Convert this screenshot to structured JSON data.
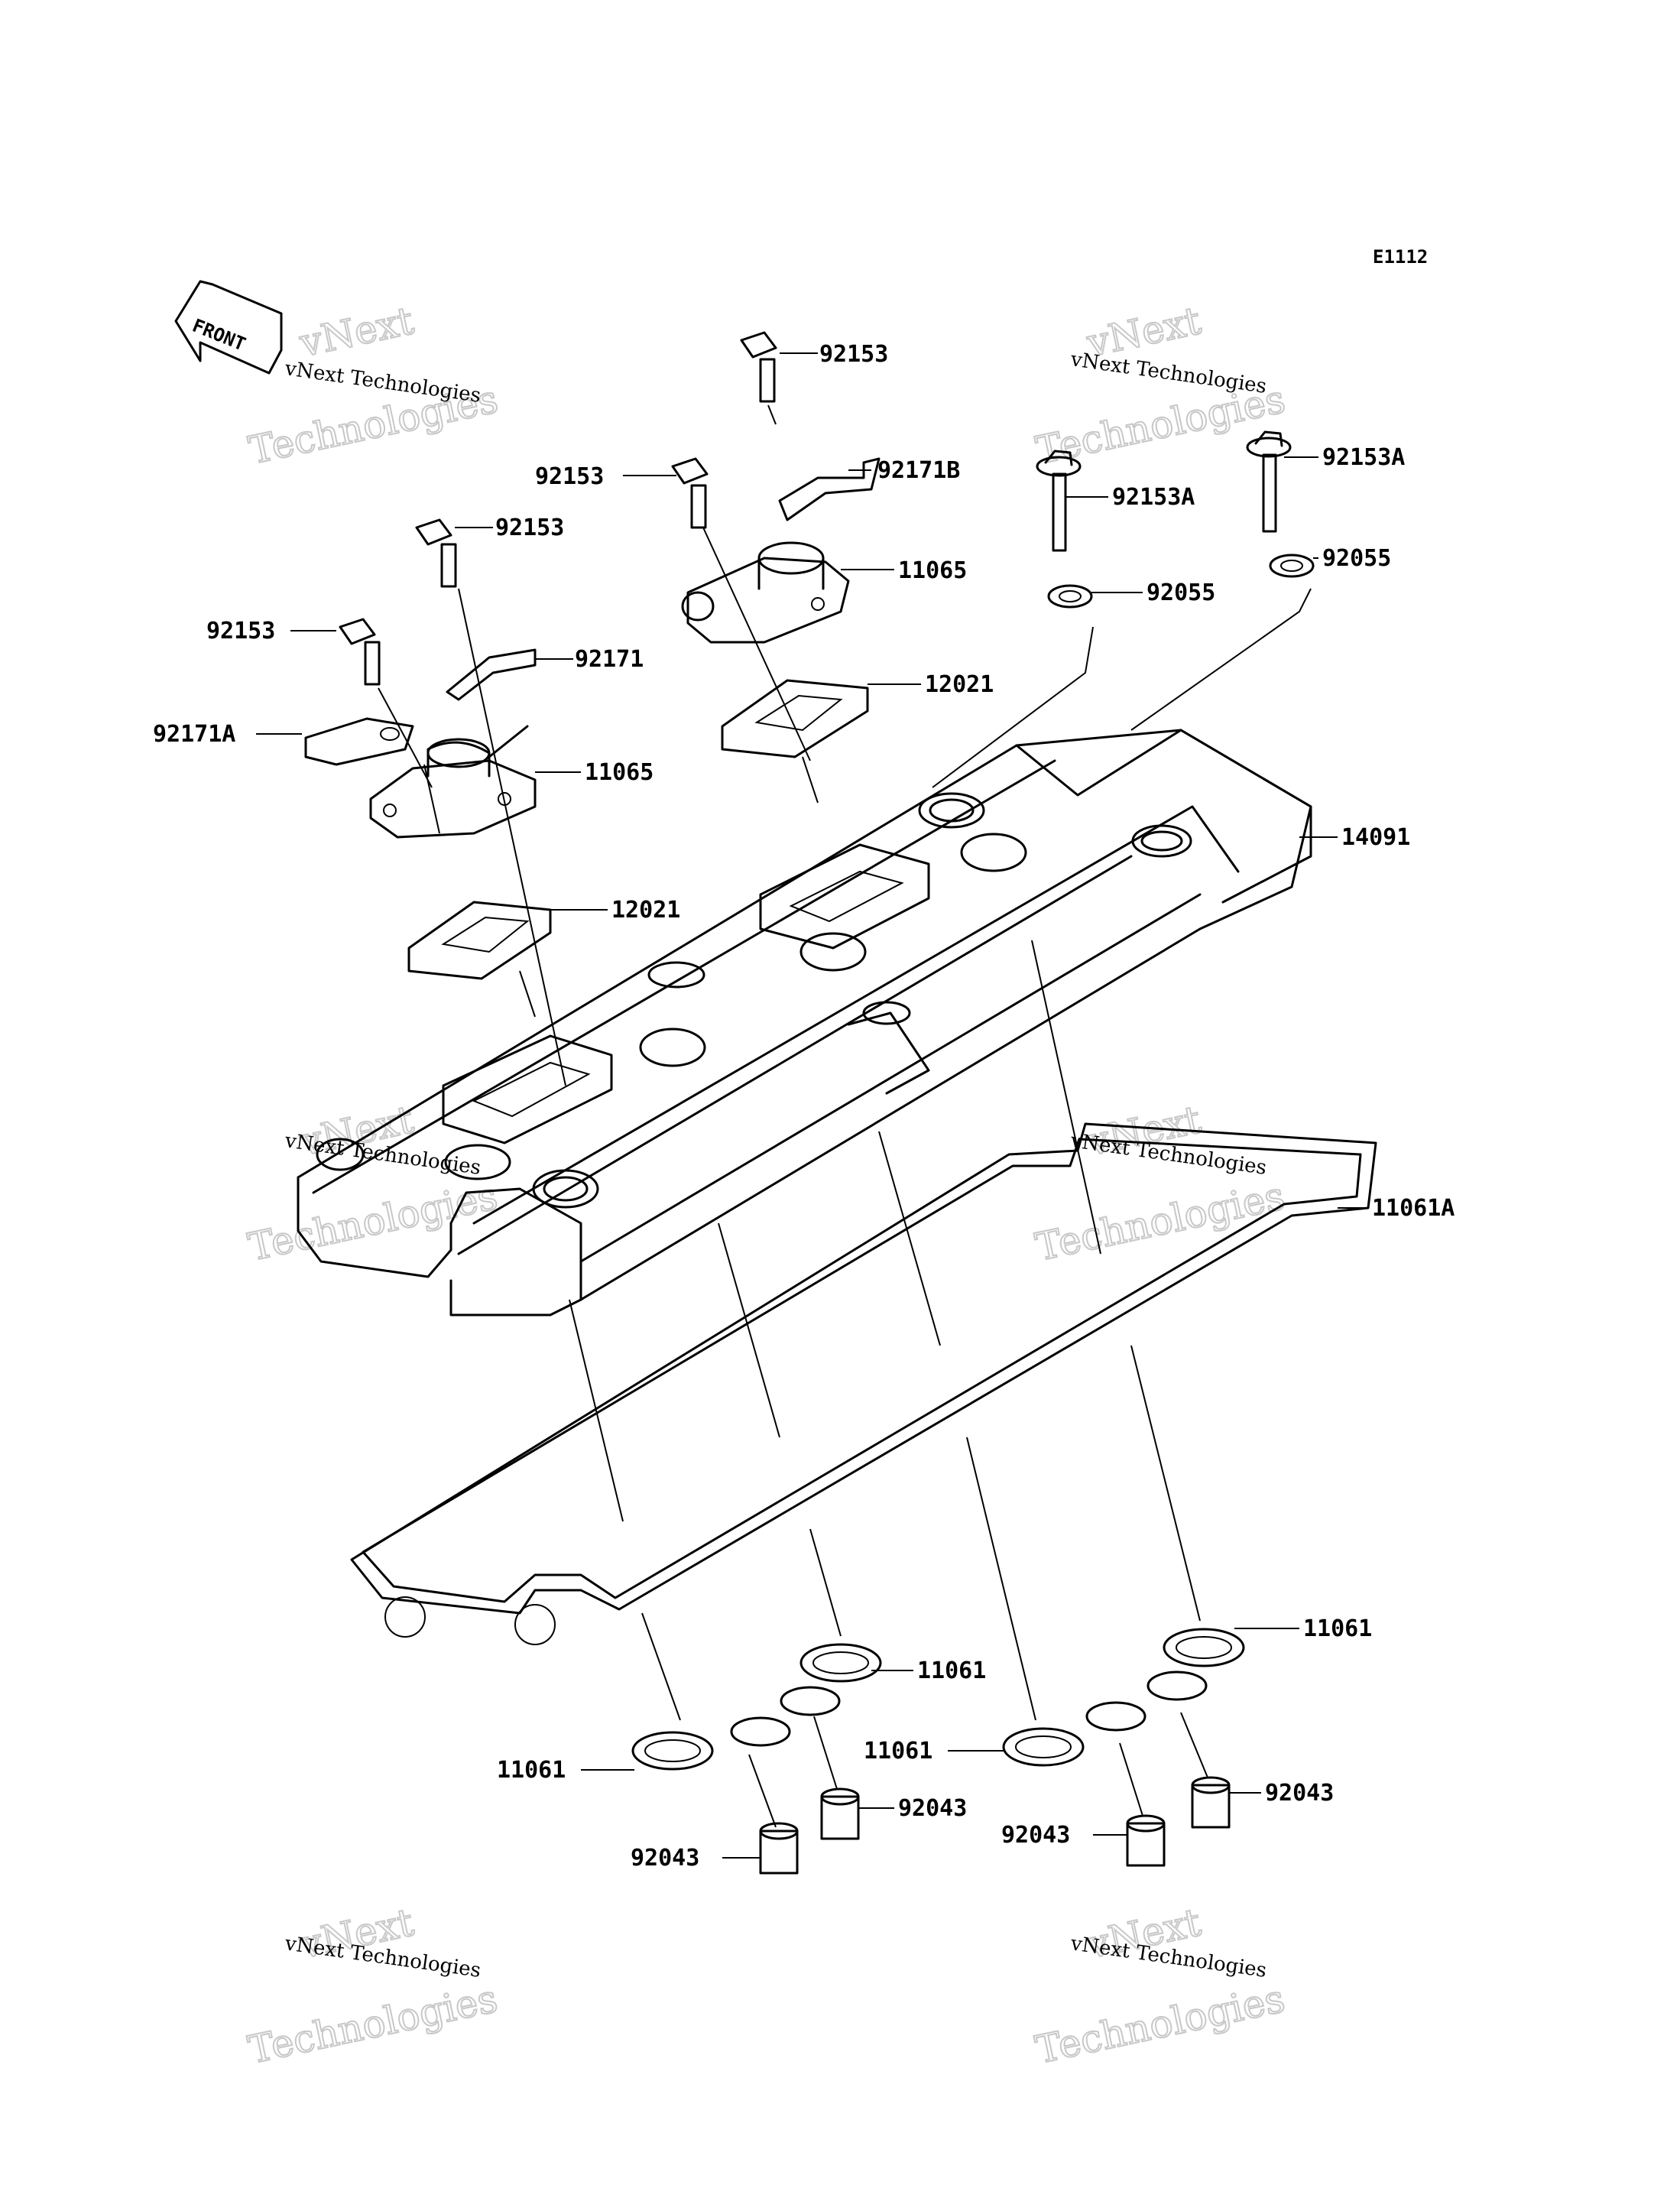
{
  "diagram_code": "E1112",
  "front_label": "FRONT",
  "watermark": {
    "small": "vNext Technologies",
    "big_line1": "vNext",
    "big_line2": "Technologies"
  },
  "labels": {
    "bolt_92153_top": "92153",
    "bolt_92153_mid": "92153",
    "bolt_92153_left": "92153",
    "bolt_92153_far_left": "92153",
    "bracket_92171b": "92171B",
    "bracket_92171": "92171",
    "bracket_92171a": "92171A",
    "cover_11065_right": "11065",
    "cover_11065_left": "11065",
    "reed_12021_right": "12021",
    "reed_12021_left": "12021",
    "bolt_92153a_left": "92153A",
    "bolt_92153a_right": "92153A",
    "washer_92055_left": "92055",
    "washer_92055_right": "92055",
    "head_cover_14091": "14091",
    "gasket_11061a": "11061A",
    "seal_11061_1": "11061",
    "seal_11061_2": "11061",
    "seal_11061_3": "11061",
    "seal_11061_4": "11061",
    "collar_92043_1": "92043",
    "collar_92043_2": "92043",
    "collar_92043_3": "92043",
    "collar_92043_4": "92043"
  }
}
